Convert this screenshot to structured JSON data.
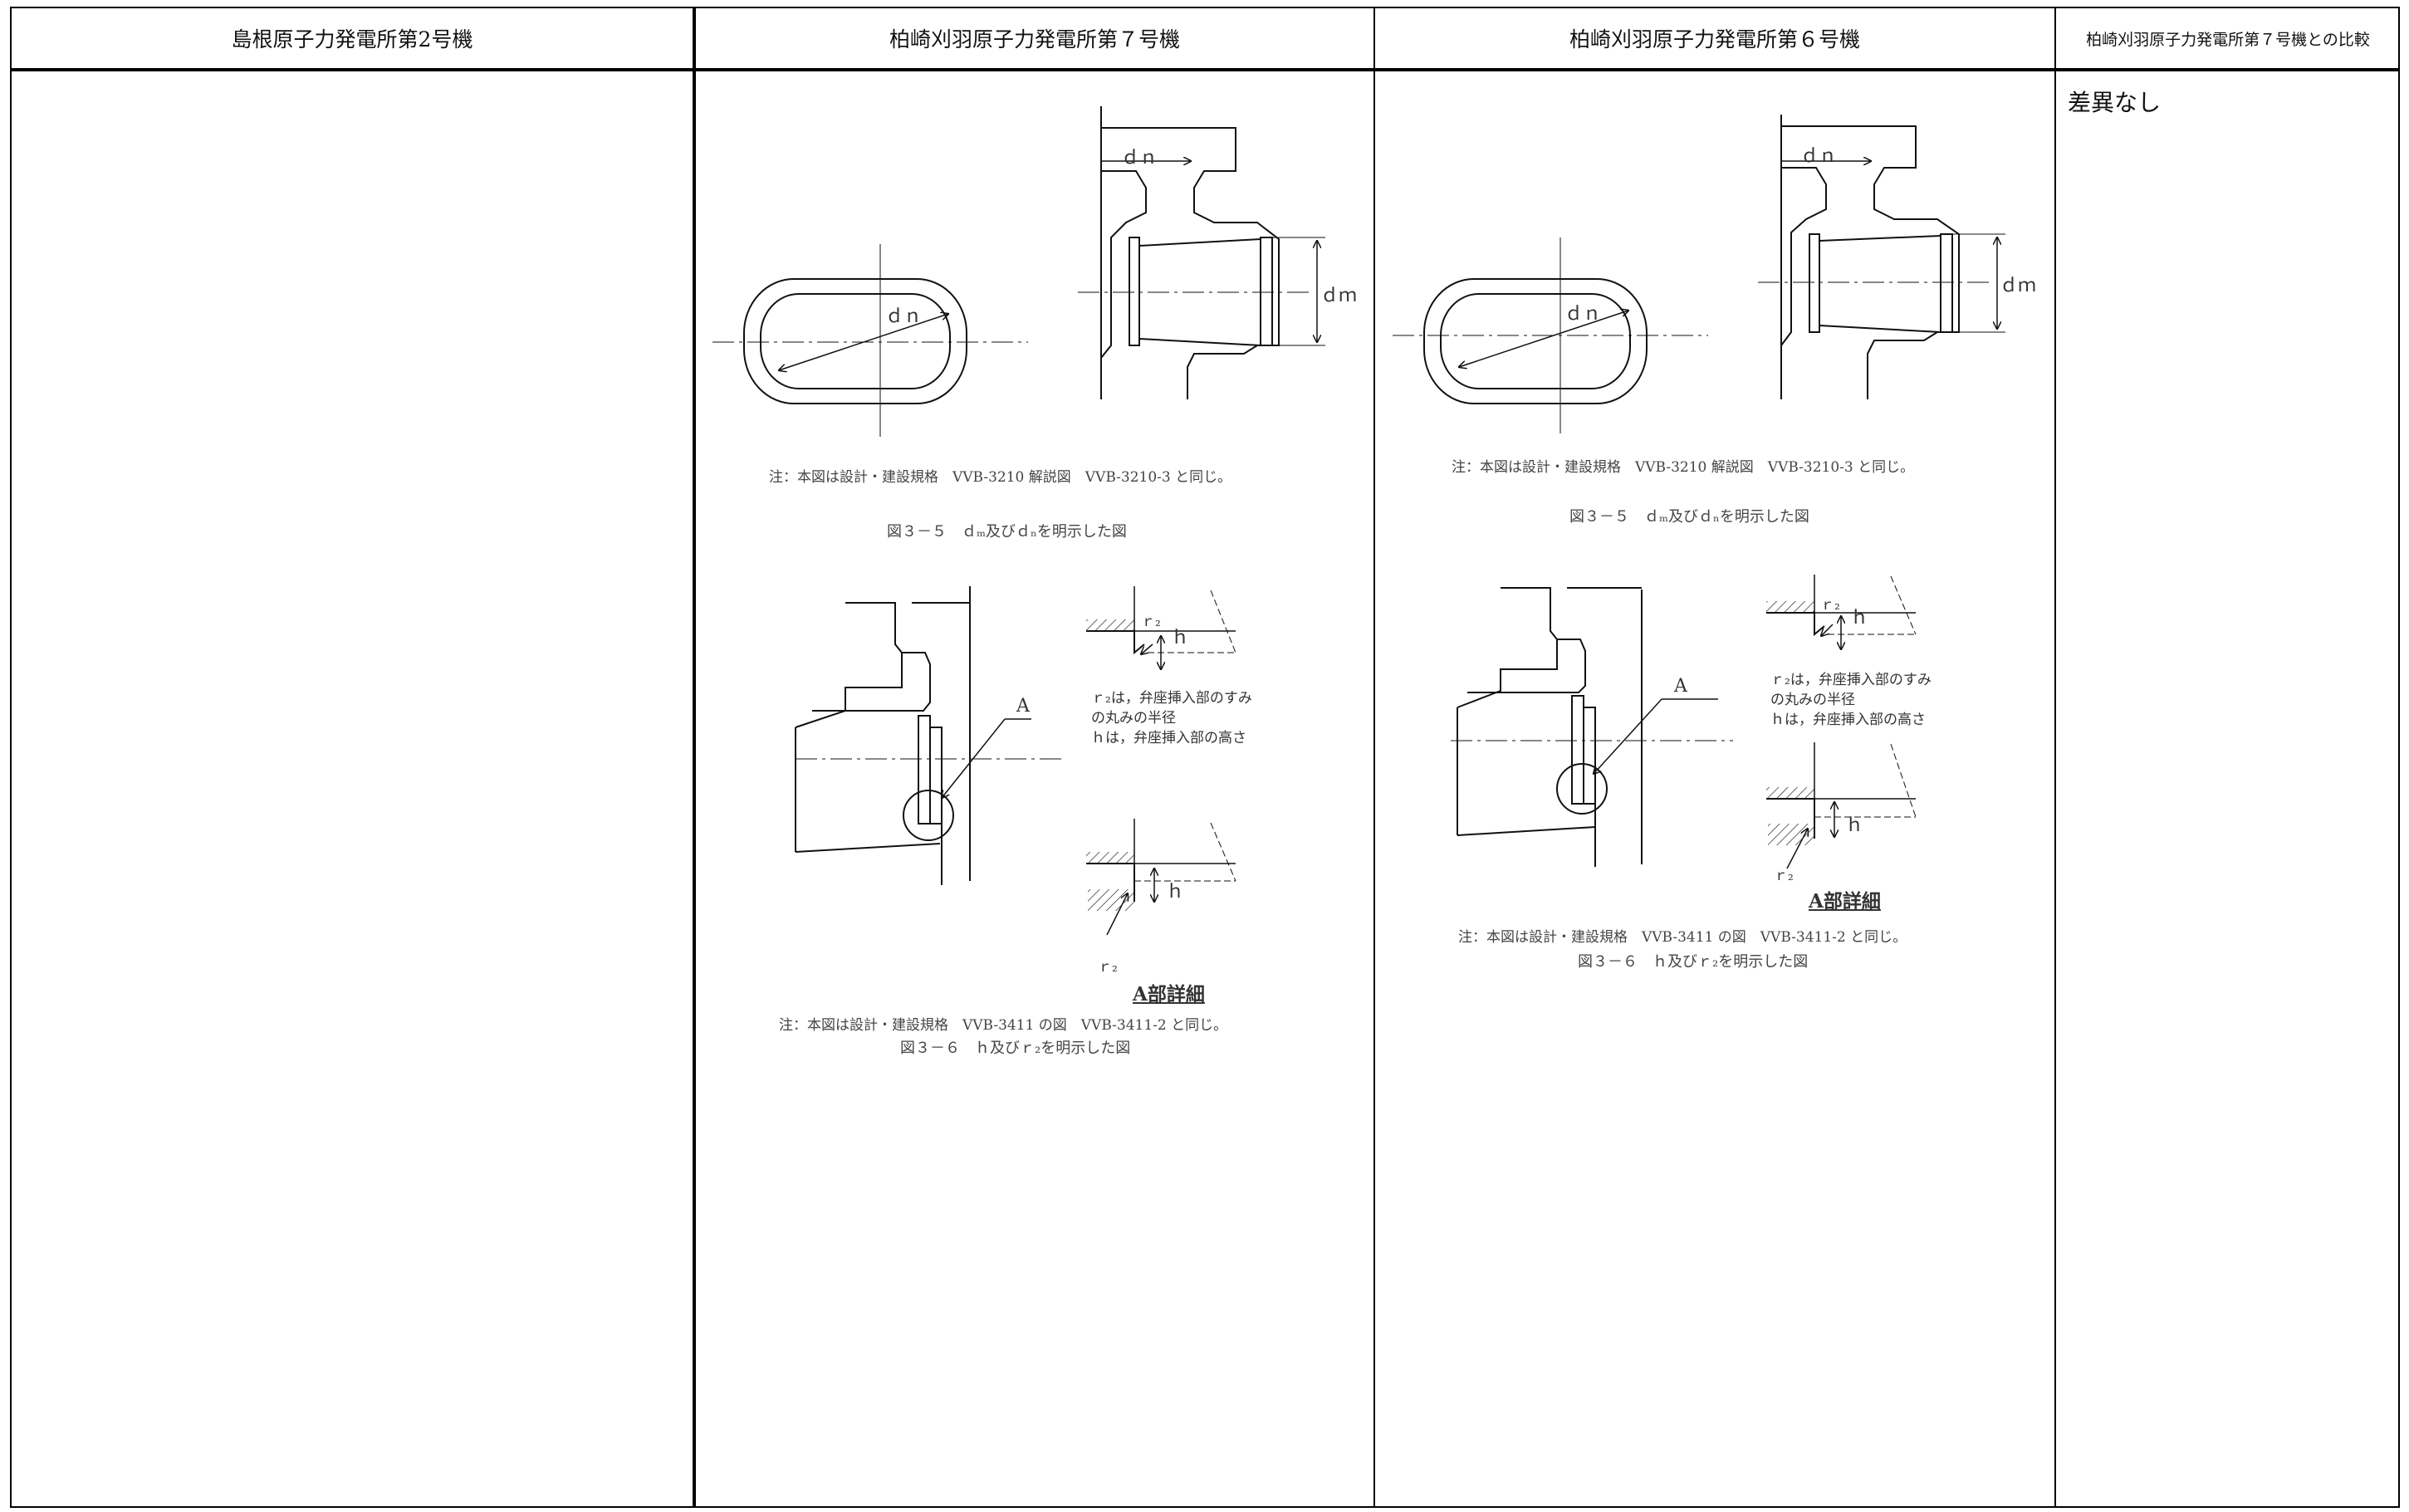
{
  "table": {
    "headers": [
      "島根原子力発電所第2号機",
      "柏崎刈羽原子力発電所第７号機",
      "柏崎刈羽原子力発電所第６号機",
      "柏崎刈羽原子力発電所第７号機との比較"
    ],
    "col_shimane": {
      "content": ""
    },
    "col_kk7": {
      "fig5_labels": {
        "dn_top": "ｄｎ",
        "dn_ellipse": "ｄｎ",
        "dm": "ｄｍ"
      },
      "fig5_note": "注：本図は設計・建設規格　VVB-3210 解説図　VVB-3210-3 と同じ。",
      "fig5_caption": "図３－５　ｄₘ及びｄₙを明示した図",
      "fig6_labels": {
        "a": "A",
        "r2_top": "ｒ₂",
        "h_top": "ｈ",
        "desc1": "ｒ₂は，弁座挿入部のすみ",
        "desc2": "の丸みの半径",
        "desc3": "ｈは，弁座挿入部の高さ",
        "h_bottom": "ｈ",
        "r2_bottom": "ｒ₂",
        "detail": "A部詳細"
      },
      "fig6_note": "注：本図は設計・建設規格　VVB-3411 の図　VVB-3411-2 と同じ。",
      "fig6_caption": "図３－６　ｈ及びｒ₂を明示した図"
    },
    "col_kk6": {
      "fig5_labels": {
        "dn_top": "ｄｎ",
        "dn_ellipse": "ｄｎ",
        "dm": "ｄｍ"
      },
      "fig5_note": "注：本図は設計・建設規格　VVB-3210 解説図　VVB-3210-3 と同じ。",
      "fig5_caption": "図３－５　ｄₘ及びｄₙを明示した図",
      "fig6_labels": {
        "a": "A",
        "r2_top": "ｒ₂",
        "h_top": "ｈ",
        "desc1": "ｒ₂は，弁座挿入部のすみ",
        "desc2": "の丸みの半径",
        "desc3": "ｈは，弁座挿入部の高さ",
        "h_bottom": "ｈ",
        "r2_bottom": "ｒ₂",
        "detail": "A部詳細"
      },
      "fig6_note": "注：本図は設計・建設規格　VVB-3411 の図　VVB-3411-2 と同じ。",
      "fig6_caption": "図３－６　ｈ及びｒ₂を明示した図"
    },
    "col_compare": {
      "comment": "差異なし"
    }
  }
}
